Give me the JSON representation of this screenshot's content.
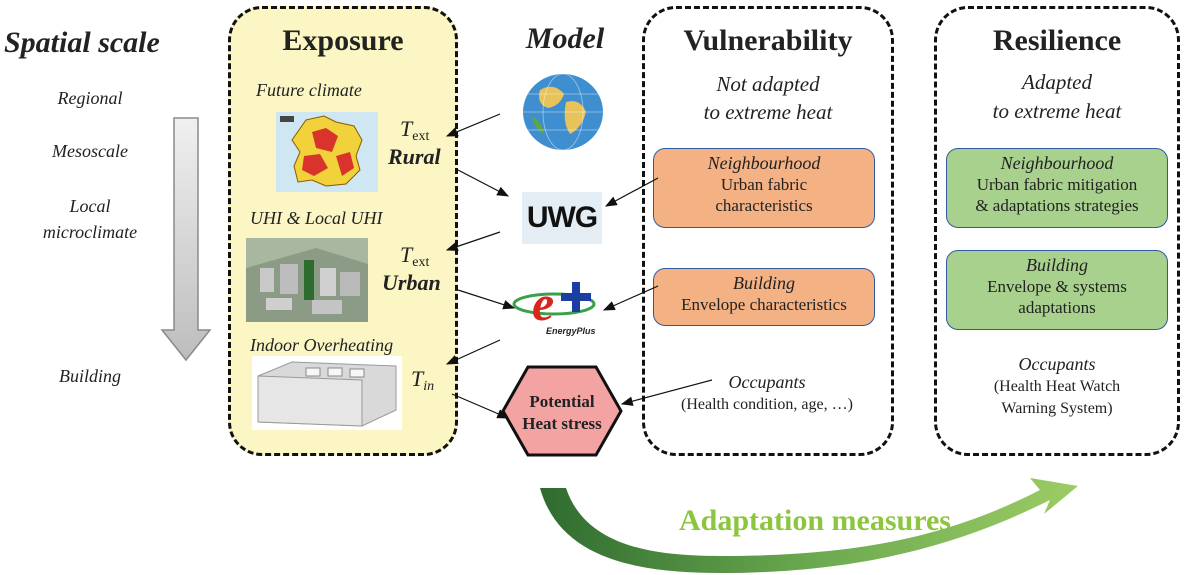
{
  "scale": {
    "title": "Spatial scale",
    "levels": [
      "Regional",
      "Mesoscale",
      "Local",
      "microclimate",
      "Building"
    ]
  },
  "exposure": {
    "title": "Exposure",
    "future_climate": "Future climate",
    "uhi": "UHI & Local UHI",
    "indoor": "Indoor Overheating",
    "t_ext_symbol": "T",
    "t_ext_sub": "ext",
    "rural": "Rural",
    "urban": "Urban",
    "t_in_symbol": "T",
    "t_in_sub": "in"
  },
  "model": {
    "title": "Model",
    "uwg_label": "UWG",
    "energyplus_label": "EnergyPlus",
    "heat_stress_line1": "Potential",
    "heat_stress_line2": "Heat stress"
  },
  "vulnerability": {
    "title": "Vulnerability",
    "subtitle_line1": "Not adapted",
    "subtitle_line2": "to extreme heat",
    "neighbourhood_title": "Neighbourhood",
    "neighbourhood_line1": "Urban fabric",
    "neighbourhood_line2": "characteristics",
    "building_title": "Building",
    "building_line1": "Envelope characteristics",
    "occupants_title": "Occupants",
    "occupants_line1": "(Health condition, age, …)"
  },
  "resilience": {
    "title": "Resilience",
    "subtitle_line1": "Adapted",
    "subtitle_line2": "to extreme heat",
    "neighbourhood_title": "Neighbourhood",
    "neighbourhood_line1": "Urban fabric mitigation",
    "neighbourhood_line2": "& adaptations strategies",
    "building_title": "Building",
    "building_line1": "Envelope & systems",
    "building_line2": "adaptations",
    "occupants_title": "Occupants",
    "occupants_line1": "(Health Heat Watch",
    "occupants_line2": "Warning System)"
  },
  "adaptation": {
    "label": "Adaptation measures"
  },
  "colors": {
    "exposure_fill": "#fbf6c4",
    "orange_box": "#f4b183",
    "green_box": "#a9d18e",
    "heat_stress_fill": "#f4a3a3",
    "adaptation_text": "#8cc63f",
    "arrow_green": "#6aa84f"
  }
}
